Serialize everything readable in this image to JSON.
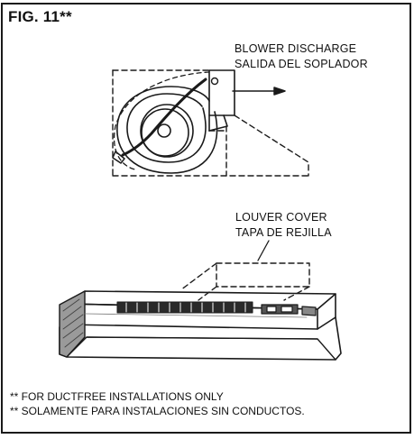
{
  "figure": {
    "title": "FIG. 11**"
  },
  "blower": {
    "label_en": "BLOWER DISCHARGE",
    "label_es": "SALIDA DEL SOPLADOR"
  },
  "louver": {
    "label_en": "LOUVER COVER",
    "label_es": "TAPA DE REJILLA"
  },
  "footnotes": {
    "line_en": "** FOR DUCTFREE INSTALLATIONS ONLY",
    "line_es": "** SOLAMENTE PARA INSTALACIONES SIN CONDUCTOS."
  },
  "colors": {
    "ink": "#1a1a1a",
    "paper": "#ffffff"
  }
}
